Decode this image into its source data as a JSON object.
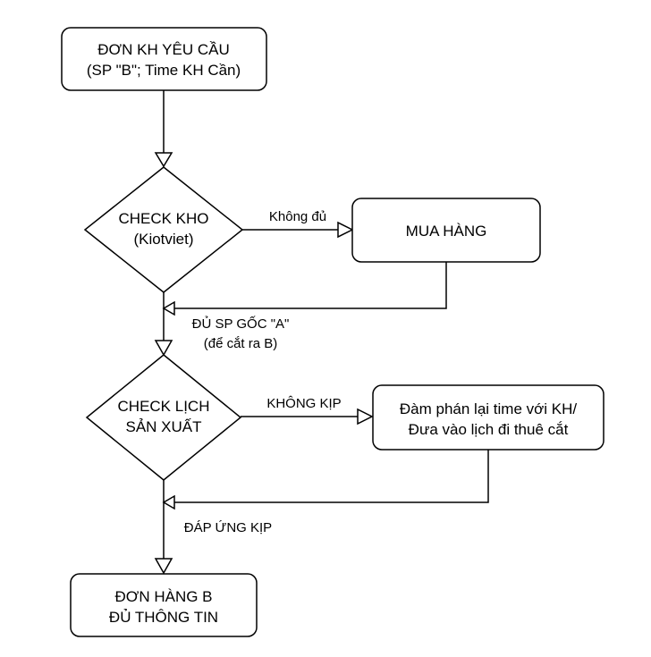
{
  "diagram": {
    "nodes": {
      "request": {
        "line1": "ĐƠN KH YÊU CẦU",
        "line2": "(SP \"B\"; Time KH Cần)"
      },
      "check_stock": {
        "line1": "CHECK KHO",
        "line2": "(Kiotviet)"
      },
      "purchase": {
        "line1": "MUA HÀNG"
      },
      "check_schedule": {
        "line1": "CHECK LỊCH",
        "line2": "SẢN XUẤT"
      },
      "negotiate": {
        "line1": "Đàm phán lại time với KH/",
        "line2": "Đưa vào lịch đi thuê cắt"
      },
      "order_complete": {
        "line1": "ĐƠN HÀNG B",
        "line2": "ĐỦ THÔNG TIN"
      }
    },
    "edges": {
      "not_enough": "Không đủ",
      "enough_line1": "ĐỦ SP GỐC \"A\"",
      "enough_line2": "(để cắt ra B)",
      "not_in_time": "KHÔNG KỊP",
      "in_time": "ĐÁP ỨNG KỊP"
    },
    "colors": {
      "stroke": "#000000",
      "fill": "#ffffff",
      "text": "#000000"
    }
  }
}
